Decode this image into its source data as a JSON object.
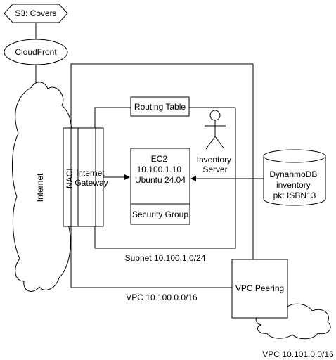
{
  "nodes": {
    "s3": "S3: Covers",
    "cloudfront": "CloudFront",
    "internet": "Internet",
    "nacl": "NACL",
    "internet_gateway": [
      "Internet",
      "Gateway"
    ],
    "routing_table": "Routing Table",
    "ec2": [
      "EC2",
      "10.100.1.10",
      "Ubuntu 24.04"
    ],
    "security_group": "Security Group",
    "inventory_server": [
      "Inventory",
      "Server"
    ],
    "dynamodb": [
      "DynanmoDB",
      "inventory",
      "pk: ISBN13"
    ],
    "vpc_peering": "VPC Peering"
  },
  "labels": {
    "subnet": "Subnet 10.100.1.0/24",
    "vpc": "VPC 10.100.0.0/16",
    "peer_vpc": "VPC 10.101.0.0/16"
  },
  "icons": {
    "user": "actor-icon",
    "database": "cylinder-icon",
    "cloud": "cloud-icon"
  },
  "colors": {
    "stroke": "#000000",
    "fill": "#ffffff"
  }
}
